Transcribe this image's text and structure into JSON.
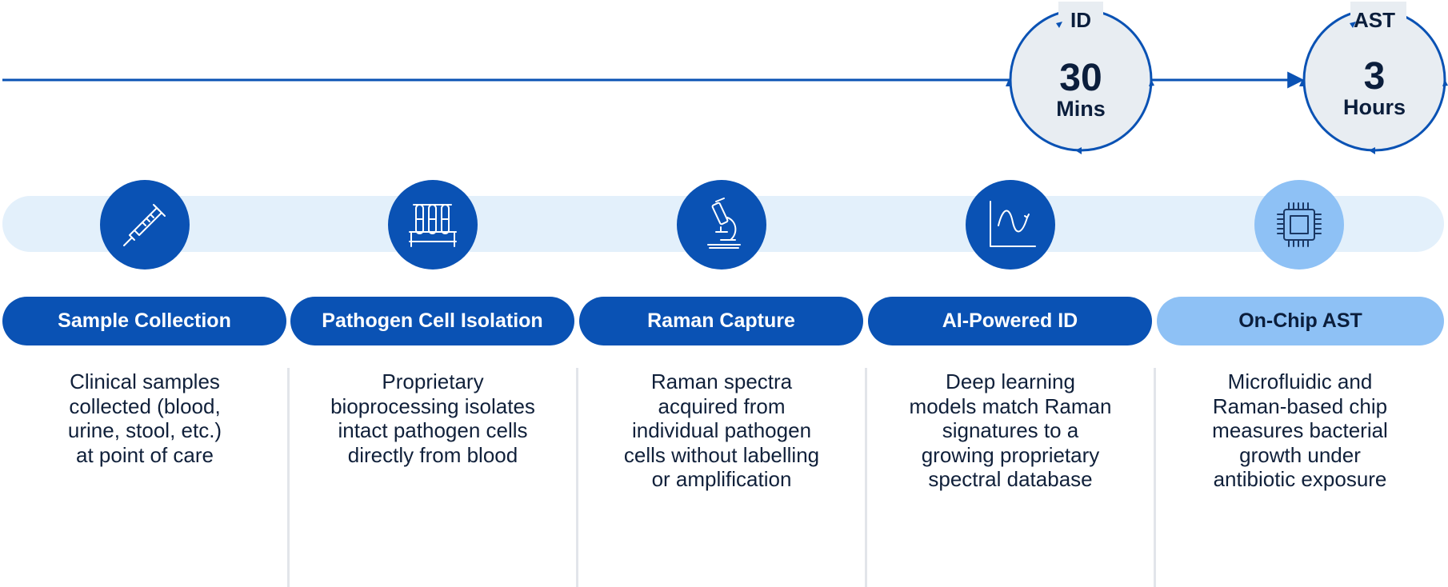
{
  "timers": [
    {
      "label": "ID",
      "value": "30",
      "unit": "Mins"
    },
    {
      "label": "AST",
      "value": "3",
      "unit": "Hours"
    }
  ],
  "steps": [
    {
      "title": "Sample Collection",
      "icon": "syringe-icon",
      "description": [
        "Clinical samples",
        "collected (blood,",
        "urine, stool, etc.)",
        "at point of care"
      ]
    },
    {
      "title": "Pathogen Cell Isolation",
      "icon": "test-tubes-icon",
      "description": [
        "Proprietary",
        "bioprocessing isolates",
        "intact pathogen cells",
        "directly from blood"
      ]
    },
    {
      "title": "Raman Capture",
      "icon": "microscope-icon",
      "description": [
        "Raman spectra",
        "acquired from",
        "individual pathogen",
        "cells without labelling",
        "or amplification"
      ]
    },
    {
      "title": "AI-Powered ID",
      "icon": "spectrum-chart-icon",
      "description": [
        "Deep learning",
        "models match Raman",
        "signatures to a",
        "growing proprietary",
        "spectral database"
      ]
    },
    {
      "title": "On-Chip AST",
      "icon": "microchip-icon",
      "description": [
        "Microfluidic and",
        "Raman-based chip",
        "measures bacterial",
        "growth under",
        "antibiotic exposure"
      ]
    }
  ],
  "colors": {
    "primary": "#0a52b4",
    "highlight": "#8ec1f5",
    "band": "#e3f0fb",
    "clock_fill": "#e8edf2",
    "text": "#0b1e3c"
  }
}
